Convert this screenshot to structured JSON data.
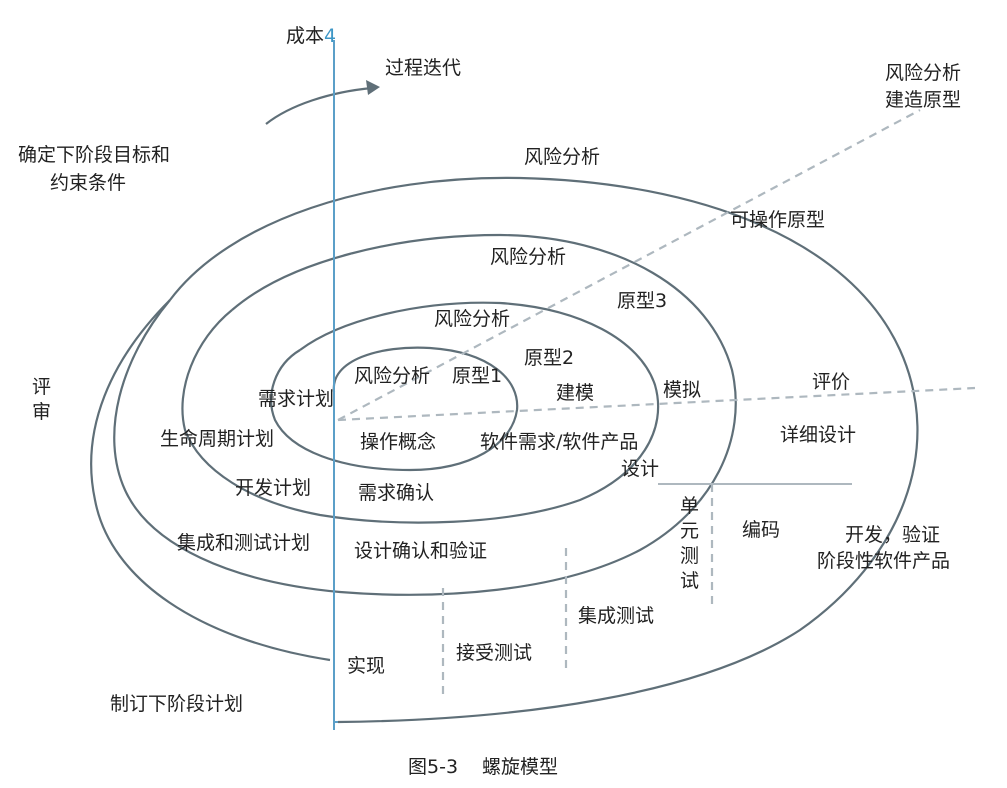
{
  "colors": {
    "spiral": "#5f6f78",
    "axis": "#5b9fc8",
    "dashed": "#aeb8bf",
    "text": "#222222",
    "cost_number": "#3d96c6"
  },
  "axis": {
    "cost_label": "成本",
    "cost_number": "4"
  },
  "labels": {
    "process_iteration": "过程迭代",
    "risk_build_1": "风险分析",
    "risk_build_2": "建造原型",
    "define_goals_1": "确定下阶段目标和",
    "define_goals_2": "约束条件",
    "risk_outer": "风险分析",
    "operable_prototype": "可操作原型",
    "risk_ring3": "风险分析",
    "prototype3": "原型3",
    "risk_ring2": "风险分析",
    "prototype2": "原型2",
    "review_1": "评",
    "review_2": "审",
    "requirements_plan": "需求计划",
    "risk_inner": "风险分析",
    "prototype1": "原型1",
    "modeling": "建模",
    "simulation": "模拟",
    "evaluation": "评价",
    "lifecycle_plan": "生命周期计划",
    "operation_concept": "操作概念",
    "software_requirements": "软件需求/软件产品",
    "detailed_design": "详细设计",
    "design": "设计",
    "dev_plan": "开发计划",
    "requirements_confirm": "需求确认",
    "unit_test_1": "单",
    "unit_test_2": "元",
    "unit_test_3": "测",
    "unit_test_4": "试",
    "coding": "编码",
    "develop_verify_1": "开发，验证",
    "develop_verify_2": "阶段性软件产品",
    "integration_test_plan": "集成和测试计划",
    "design_verification": "设计确认和验证",
    "integration_test": "集成测试",
    "implementation": "实现",
    "acceptance_test": "接受测试",
    "next_phase_plan": "制订下阶段计划"
  },
  "caption": {
    "figure_number": "图5-3",
    "title": "螺旋模型"
  }
}
